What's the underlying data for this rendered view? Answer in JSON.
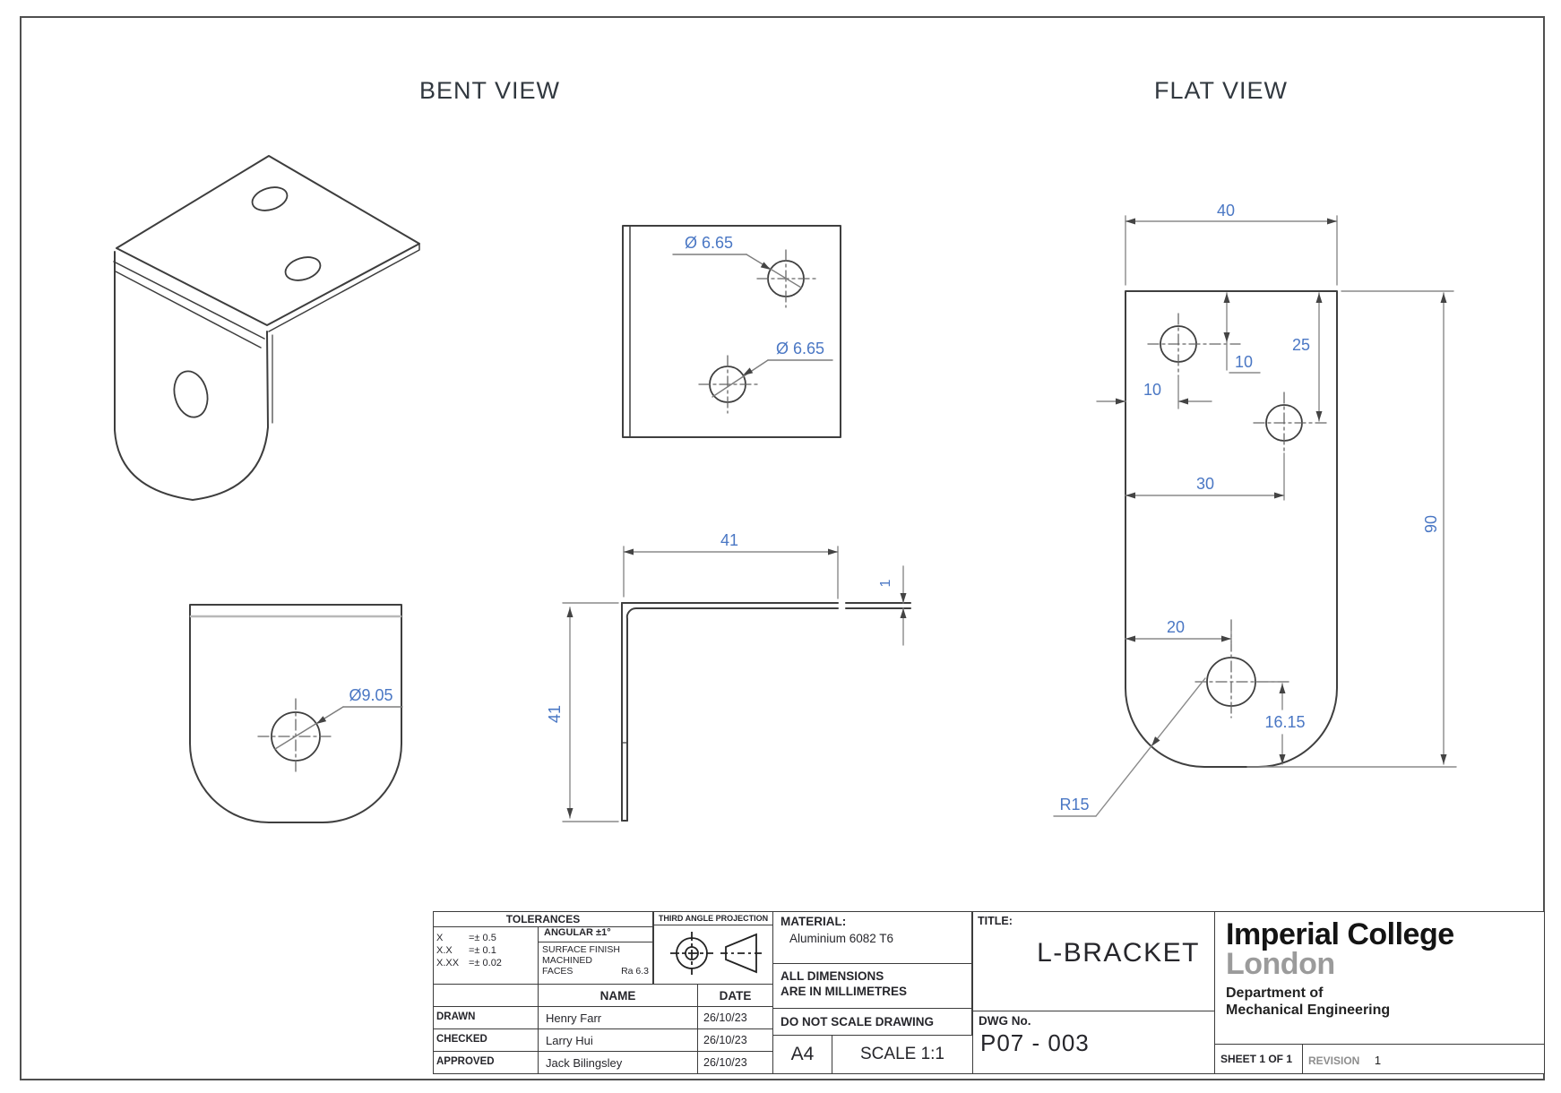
{
  "sheet": {
    "bent_view_label": "BENT VIEW",
    "flat_view_label": "FLAT VIEW"
  },
  "dims": {
    "flange_hole_1": "Ø 6.65",
    "flange_hole_2": "Ø 6.65",
    "front_hole": "Ø9.05",
    "profile_width": "41",
    "profile_height": "41",
    "thickness": "1",
    "flat_width": "40",
    "hole_a_top": "10",
    "hole_b_top": "25",
    "hole_a_left": "10",
    "hole_b_left": "30",
    "hole_c_left": "20",
    "hole_c_bottom": "16.15",
    "flat_height": "90",
    "corner_radius": "R15"
  },
  "title_block": {
    "tolerances": {
      "header": "TOLERANCES",
      "row1_k": "X",
      "row1_v": "=± 0.5",
      "row2_k": "X.X",
      "row2_v": "=± 0.1",
      "row3_k": "X.XX",
      "row3_v": "=± 0.02",
      "angular": "ANGULAR  ±1°",
      "surface1": "SURFACE FINISH",
      "surface2": "MACHINED",
      "surface_faces": "FACES",
      "surface_ra": "Ra 6.3"
    },
    "projection": {
      "header": "THIRD ANGLE PROJECTION"
    },
    "material": {
      "label": "MATERIAL:",
      "value": "Aluminium 6082 T6"
    },
    "units": {
      "line1": "ALL DIMENSIONS",
      "line2": "ARE IN MILLIMETRES"
    },
    "scale_note": "DO NOT SCALE DRAWING",
    "paper_size": "A4",
    "scale": "SCALE 1:1",
    "approvals": {
      "header_name": "NAME",
      "header_date": "DATE",
      "rows": [
        {
          "role": "DRAWN",
          "name": "Henry Farr",
          "date": "26/10/23"
        },
        {
          "role": "CHECKED",
          "name": "Larry Hui",
          "date": "26/10/23"
        },
        {
          "role": "APPROVED",
          "name": "Jack Bilingsley",
          "date": "26/10/23"
        }
      ]
    },
    "title": {
      "label": "TITLE:",
      "value": "L-BRACKET"
    },
    "dwg": {
      "label": "DWG No.",
      "value": "P07 - 003"
    },
    "org": {
      "line1": "Imperial College",
      "line2": "London",
      "dept1": "Department of",
      "dept2": "Mechanical Engineering"
    },
    "sheet_info": "SHEET 1 OF 1",
    "revision_label": "REVISION",
    "revision_value": "1"
  }
}
